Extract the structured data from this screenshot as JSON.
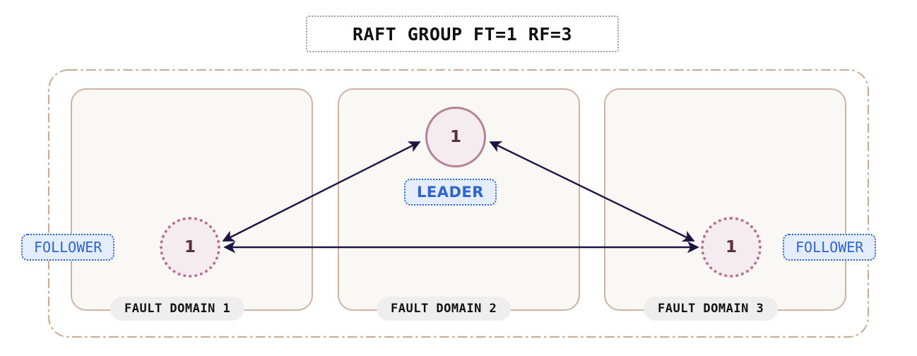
{
  "title": {
    "text": "RAFT GROUP FT=1 RF=3"
  },
  "colors": {
    "page_background": "#ffffff",
    "outer_container_border": "#c9ab95",
    "fault_domain_fill": "#faf8f5",
    "fault_domain_border": "#cdb4a4",
    "node_fill": "#f5ecef",
    "leader_node_border": "#b5829a",
    "follower_node_border": "#b5708f",
    "node_text": "#5a2f45",
    "badge_fill": "#e4edfc",
    "badge_border": "#2f63d8",
    "badge_text": "#2f63d8",
    "link_line": "#1c1442",
    "fault_domain_label_fill": "#eeeeee",
    "fault_domain_label_text": "#121212",
    "title_border": "#9a9a9a",
    "title_text": "#0f0f0f"
  },
  "fault_domains": [
    {
      "label": "FAULT DOMAIN 1"
    },
    {
      "label": "FAULT DOMAIN 2"
    },
    {
      "label": "FAULT DOMAIN 3"
    }
  ],
  "nodes": [
    {
      "id": "leader",
      "value": "1",
      "role": "LEADER",
      "fault_domain": "FAULT DOMAIN 2",
      "border_style": "solid"
    },
    {
      "id": "follower-1",
      "value": "1",
      "role": "FOLLOWER",
      "fault_domain": "FAULT DOMAIN 1",
      "border_style": "dotted"
    },
    {
      "id": "follower-2",
      "value": "1",
      "role": "FOLLOWER",
      "fault_domain": "FAULT DOMAIN 3",
      "border_style": "dotted"
    }
  ],
  "links": [
    {
      "from": "follower-1",
      "to": "leader",
      "direction": "bidirectional"
    },
    {
      "from": "leader",
      "to": "follower-2",
      "direction": "bidirectional"
    },
    {
      "from": "follower-1",
      "to": "follower-2",
      "direction": "bidirectional"
    }
  ]
}
